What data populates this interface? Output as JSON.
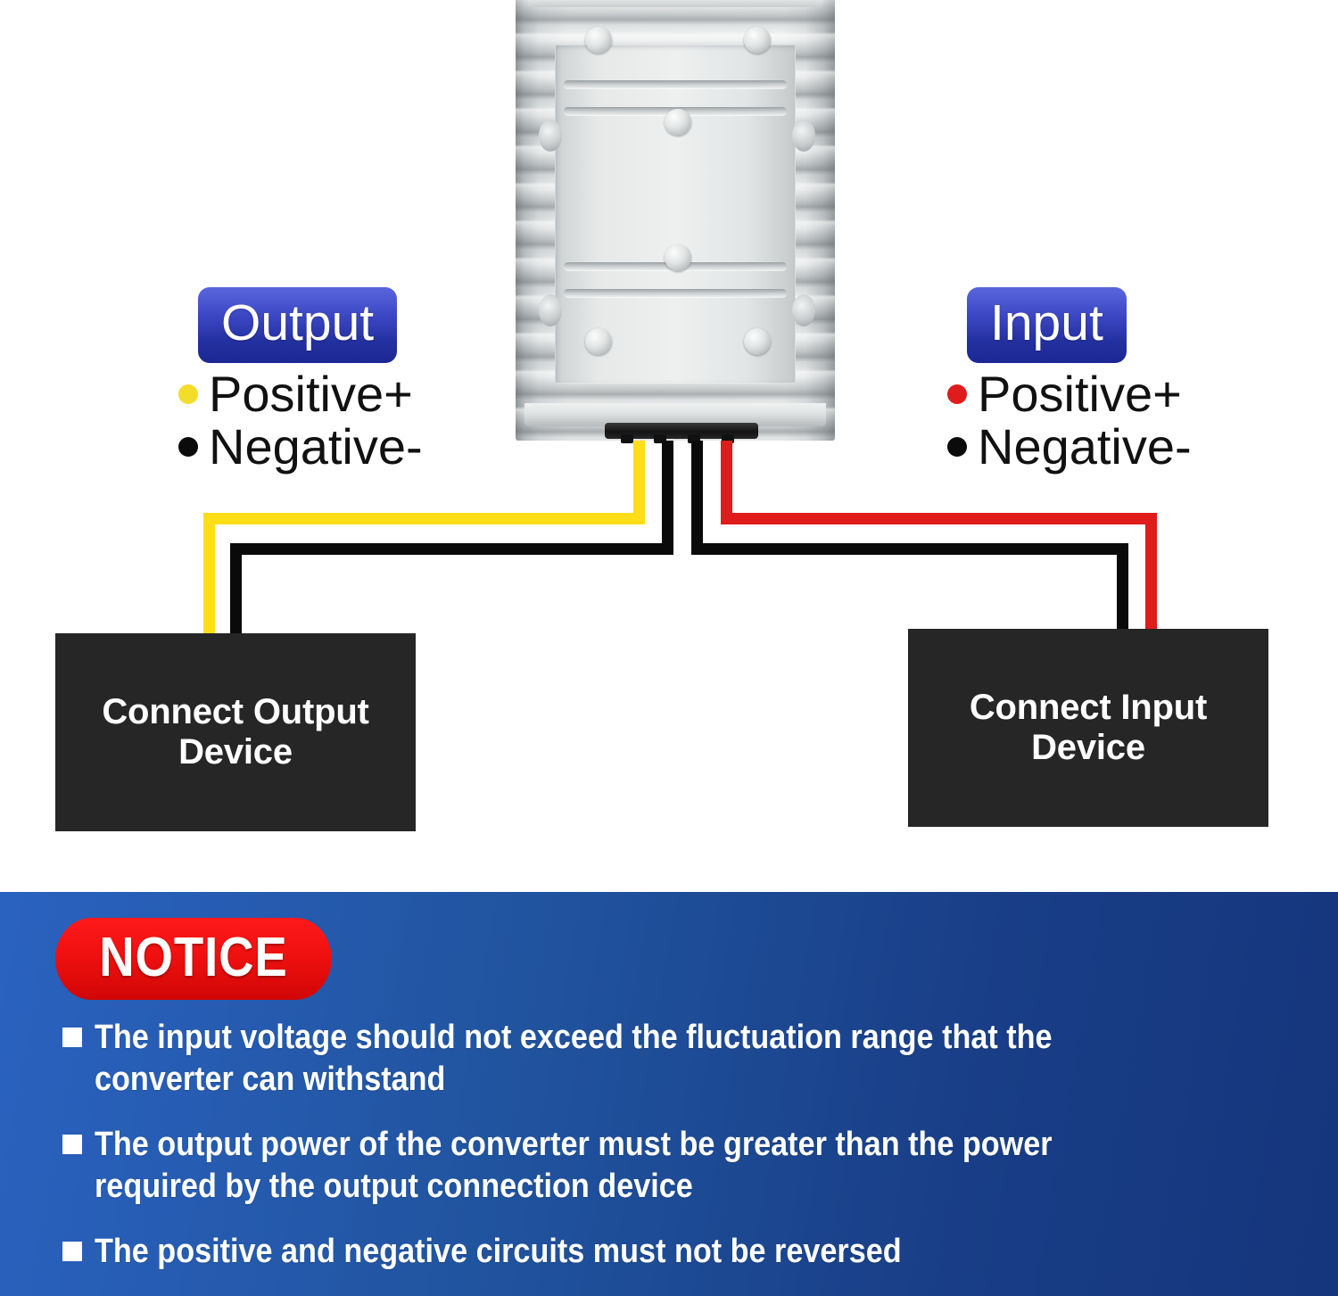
{
  "diagram": {
    "device": {
      "name": "dc-dc-converter-module",
      "connector_label": ""
    },
    "output_side": {
      "badge": "Output",
      "terminals": [
        {
          "label": "Positive+",
          "color": "#F4DC2A"
        },
        {
          "label": "Negative-",
          "color": "#0b0b0b"
        }
      ],
      "box_label": "Connect Output Device"
    },
    "input_side": {
      "badge": "Input",
      "terminals": [
        {
          "label": "Positive+",
          "color": "#E01B1B"
        },
        {
          "label": "Negative-",
          "color": "#0b0b0b"
        }
      ],
      "box_label": "Connect Input Device"
    },
    "wire_colors": {
      "output_positive": "#FFDE17",
      "output_negative": "#0a0a0a",
      "input_negative": "#0a0a0a",
      "input_positive": "#E01B1B"
    }
  },
  "notice": {
    "badge": "NOTICE",
    "badge_color": "#F01010",
    "panel_color_left": "#2A62C0",
    "panel_color_right": "#15357C",
    "items": [
      "The input voltage should not exceed the fluctuation range that the converter can withstand",
      "The output power of the converter must be greater than the power required by the output connection device",
      "The positive and negative circuits must not be reversed"
    ]
  }
}
